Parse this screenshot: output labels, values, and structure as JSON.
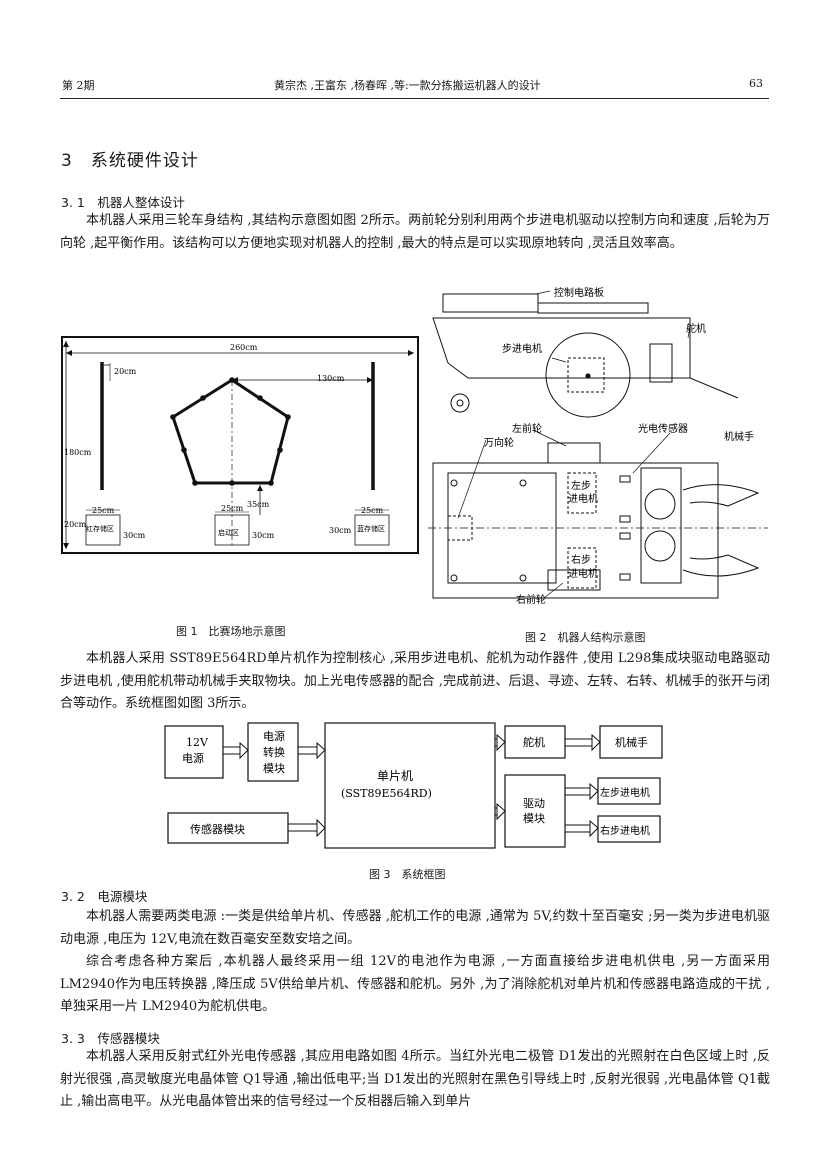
{
  "header": {
    "issue": "第 2期",
    "title": "黄宗杰 ,王富东 ,杨春晖 ,等:一款分拣搬运机器人的设计",
    "page": "63"
  },
  "section3": {
    "heading": "3　系统硬件设计"
  },
  "s31": {
    "heading": "3. 1　机器人整体设计",
    "para": "本机器人采用三轮车身结构 ,其结构示意图如图 2所示。两前轮分别利用两个步进电机驱动以控制方向和速度 ,后轮为万向轮 ,起平衡作用。该结构可以方便地实现对机器人的控制 ,最大的特点是可以实现原地转向 ,灵活且效率高。"
  },
  "fig1": {
    "caption": "图 1　比赛场地示意图",
    "labels": {
      "width": "260cm",
      "height": "180cm",
      "dist130": "130cm",
      "post20": "20cm",
      "d25a": "25cm",
      "d25b": "25cm",
      "d25c": "25cm",
      "d35": "35cm",
      "d20b": "20cm",
      "d30a": "30cm",
      "d30b": "30cm",
      "d30c": "30cm",
      "red": "红存储区",
      "start": "启动区",
      "blue": "蓝存储区"
    }
  },
  "fig2": {
    "caption": "图 2　机器人结构示意图",
    "labels": {
      "circuit": "控制电路板",
      "servo": "舵机",
      "stepper": "步进电机",
      "leftwheel": "左前轮",
      "sensor": "光电传感器",
      "hand": "机械手",
      "caster": "万向轮",
      "leftmotor1": "左步",
      "leftmotor2": "进电机",
      "rightmotor1": "右步",
      "rightmotor2": "进电机",
      "rightwheel": "右前轮"
    }
  },
  "para2": "本机器人采用 SST89E564RD单片机作为控制核心 ,采用步进电机、舵机为动作器件 ,使用 L298集成块驱动电路驱动步进电机 ,使用舵机带动机械手夹取物块。加上光电传感器的配合 ,完成前进、后退、寻迹、左转、右转、机械手的张开与闭合等动作。系统框图如图 3所示。",
  "fig3": {
    "caption": "图 3　系统框图",
    "blocks": {
      "power1": "12V",
      "power2": "电源",
      "conv1": "电源",
      "conv2": "转换",
      "conv3": "模块",
      "mcu1": "单片机",
      "mcu2": "(SST89E564RD)",
      "sensor": "传感器模块",
      "servo": "舵机",
      "hand": "机械手",
      "drive1": "驱动",
      "drive2": "模块",
      "left": "左步进电机",
      "right": "右步进电机"
    }
  },
  "s32": {
    "heading": "3. 2　电源模块",
    "p1": "本机器人需要两类电源 :一类是供给单片机、传感器 ,舵机工作的电源 ,通常为 5V,约数十至百毫安 ;另一类为步进电机驱动电源 ,电压为 12V,电流在数百毫安至数安培之间。",
    "p2": "综合考虑各种方案后 ,本机器人最终采用一组 12V的电池作为电源 ,一方面直接给步进电机供电 ,另一方面采用 LM2940作为电压转换器 ,降压成 5V供给单片机、传感器和舵机。另外 ,为了消除舵机对单片机和传感器电路造成的干扰 ,单独采用一片 LM2940为舵机供电。"
  },
  "s33": {
    "heading": "3. 3　传感器模块",
    "p1": "本机器人采用反射式红外光电传感器 ,其应用电路如图 4所示。当红外光电二极管 D1发出的光照射在白色区域上时 ,反射光很强 ,高灵敏度光电晶体管 Q1导通 ,输出低电平;当 D1发出的光照射在黑色引导线上时 ,反射光很弱 ,光电晶体管 Q1截止 ,输出高电平。从光电晶体管出来的信号经过一个反相器后输入到单片"
  }
}
